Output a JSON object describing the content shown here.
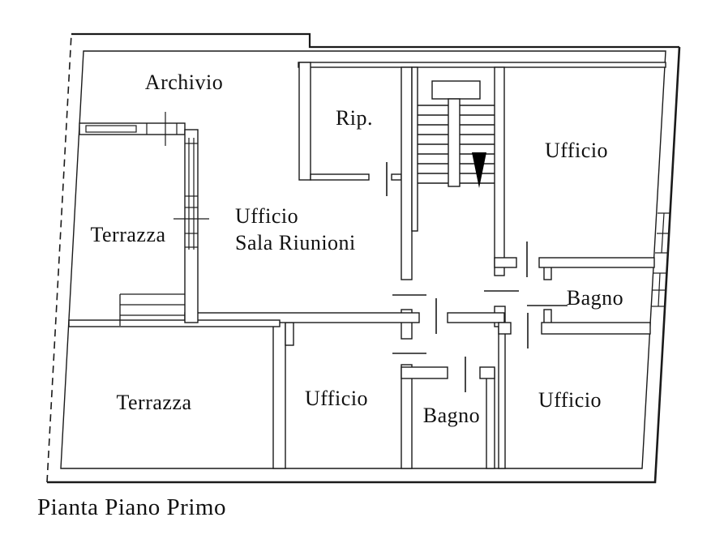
{
  "plan": {
    "caption": "Pianta Piano Primo",
    "drawing_type": "floor-plan",
    "colors": {
      "line": "#1a1a1a",
      "background": "#ffffff"
    }
  },
  "rooms": [
    {
      "id": "archivio",
      "label": "Archivio"
    },
    {
      "id": "rip",
      "label": "Rip."
    },
    {
      "id": "ufficio-top-right",
      "label": "Ufficio"
    },
    {
      "id": "sala-riunioni",
      "label_line1": "Ufficio",
      "label_line2": "Sala Riunioni"
    },
    {
      "id": "terrazza-upper",
      "label": "Terrazza"
    },
    {
      "id": "terrazza-lower",
      "label": "Terrazza"
    },
    {
      "id": "bagno-right",
      "label": "Bagno"
    },
    {
      "id": "ufficio-bottom-center",
      "label": "Ufficio"
    },
    {
      "id": "bagno-bottom",
      "label": "Bagno"
    },
    {
      "id": "ufficio-bottom-right",
      "label": "Ufficio"
    }
  ]
}
